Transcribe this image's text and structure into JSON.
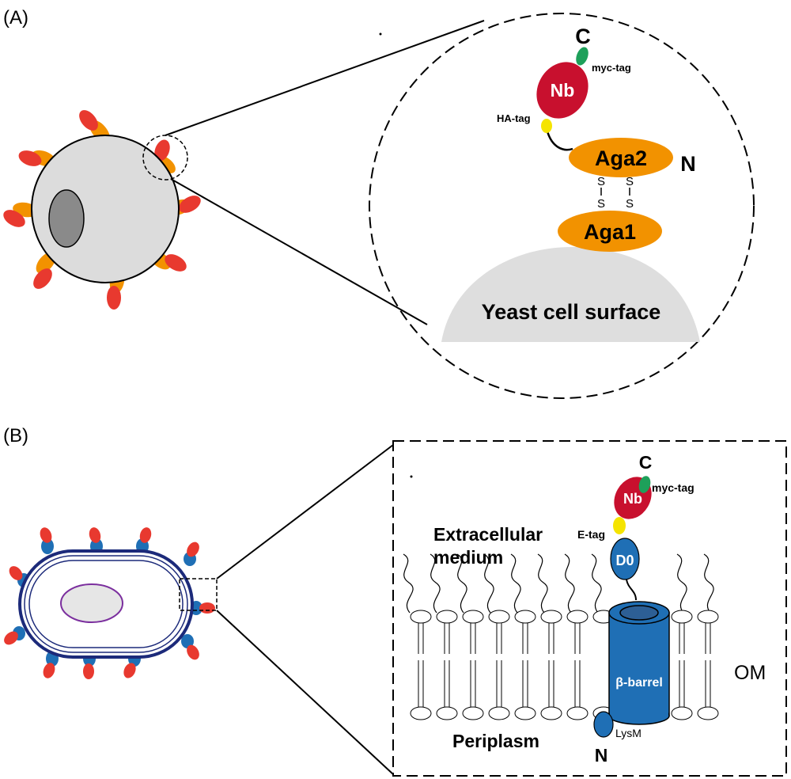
{
  "panel_a": {
    "label": "(A)",
    "c_terminus": "C",
    "n_terminus": "N",
    "nb": "Nb",
    "myc_tag": "myc-tag",
    "ha_tag": "HA-tag",
    "aga2": "Aga2",
    "aga1": "Aga1",
    "disulfide_s": "S",
    "surface": "Yeast cell surface"
  },
  "panel_b": {
    "label": "(B)",
    "c_terminus": "C",
    "n_terminus": "N",
    "nb": "Nb",
    "myc_tag": "myc-tag",
    "e_tag": "E-tag",
    "d0": "D0",
    "barrel": "β-barrel",
    "lysm": "LysM",
    "om": "OM",
    "extracellular_line1": "Extracellular",
    "extracellular_line2": "medium",
    "periplasm": "Periplasm"
  },
  "colors": {
    "nb_red": "#c8102e",
    "myc_green": "#1ea05a",
    "tag_yellow": "#f5e400",
    "aga_orange": "#f29200",
    "cell_red": "#e8392f",
    "protein_blue": "#1f6fb5",
    "barrel_top": "#2d5f95",
    "cell_gray": "#dcdcdc",
    "nucleus_gray": "#8a8a8a",
    "surface_gray": "#dedede",
    "membrane_navy": "#1c2a7a",
    "nucleoid_purple": "#7b2f9e"
  }
}
